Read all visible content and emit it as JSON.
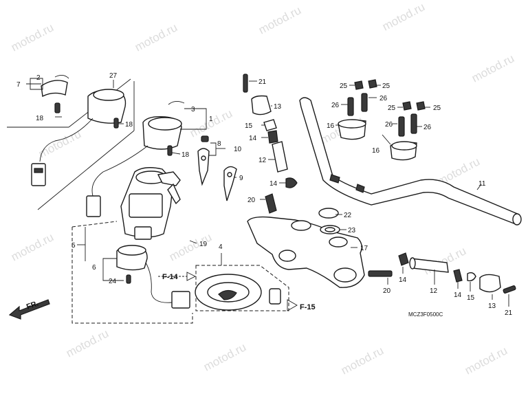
{
  "watermark": "motod.ru",
  "diagram_code": "MCZ3F0500C",
  "direction_label": "FR.",
  "refs": {
    "f14": "F-14",
    "f15": "F-15"
  },
  "callouts": {
    "c1": "1",
    "c2": "2",
    "c3": "3",
    "c4": "4",
    "c5": "5",
    "c6": "6",
    "c7": "7",
    "c8": "8",
    "c9": "9",
    "c10": "10",
    "c11": "11",
    "c12a": "12",
    "c12b": "12",
    "c13a": "13",
    "c13b": "13",
    "c14a": "14",
    "c14b": "14",
    "c14c": "14",
    "c14d": "14",
    "c15a": "15",
    "c15b": "15",
    "c16a": "16",
    "c16b": "16",
    "c17": "17",
    "c18a": "18",
    "c18b": "18",
    "c18c": "18",
    "c19": "19",
    "c20a": "20",
    "c20b": "20",
    "c21a": "21",
    "c21b": "21",
    "c22": "22",
    "c23": "23",
    "c24": "24",
    "c25a": "25",
    "c25b": "25",
    "c25c": "25",
    "c25d": "25",
    "c26a": "26",
    "c26b": "26",
    "c26c": "26",
    "c26d": "26",
    "c27": "27"
  }
}
